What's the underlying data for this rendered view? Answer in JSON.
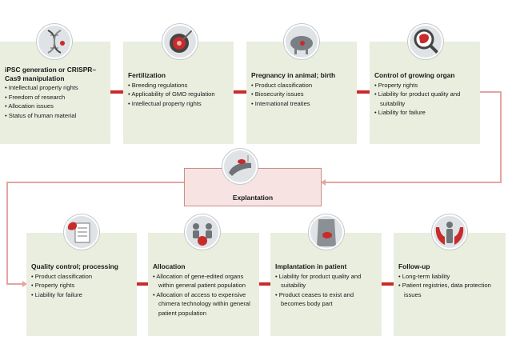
{
  "colors": {
    "box_fill": "#e9eedf",
    "connector": "#e6a3a3",
    "accent_red": "#c92a2a",
    "explant_fill": "#f7e4e2"
  },
  "top_row": [
    {
      "title": "iPSC generation or CRISPR–Cas9 manipulation",
      "items": [
        "Intellectual property rights",
        "Freedom of research",
        "Allocation issues",
        "Status of human material"
      ],
      "icon": "dna-scissors-icon"
    },
    {
      "title": "Fertilization",
      "items": [
        "Breeding regulations",
        "Applicability of GMO regulation",
        "Intellectual property rights"
      ],
      "icon": "egg-injection-icon"
    },
    {
      "title": "Pregnancy in animal; birth",
      "items": [
        "Product classification",
        "Biosecurity issues",
        "International treaties"
      ],
      "icon": "pig-icon"
    },
    {
      "title": "Control of growing organ",
      "items": [
        "Property rights",
        "Liability for product quality and suitability",
        "Liability for failure"
      ],
      "icon": "magnifier-organ-icon"
    }
  ],
  "explantation": {
    "title": "Explantation",
    "icon": "explant-hand-icon"
  },
  "bottom_row": [
    {
      "title": "Quality control; processing",
      "items": [
        "Product classification",
        "Property rights",
        "Liability for failure"
      ],
      "icon": "checklist-organ-icon"
    },
    {
      "title": "Allocation",
      "items": [
        "Allocation of gene-edited organs within general patient population",
        "Allocation of access to expensive chimera technology within general patient population"
      ],
      "icon": "people-allocation-icon"
    },
    {
      "title": "Implantation in patient",
      "items": [
        "Liability for product quality and suitability",
        "Product ceases to exist and becomes body part"
      ],
      "icon": "torso-organ-icon"
    },
    {
      "title": "Follow-up",
      "items": [
        "Long-term liability",
        "Patient registries, data protection issues"
      ],
      "icon": "hands-patient-icon"
    }
  ]
}
